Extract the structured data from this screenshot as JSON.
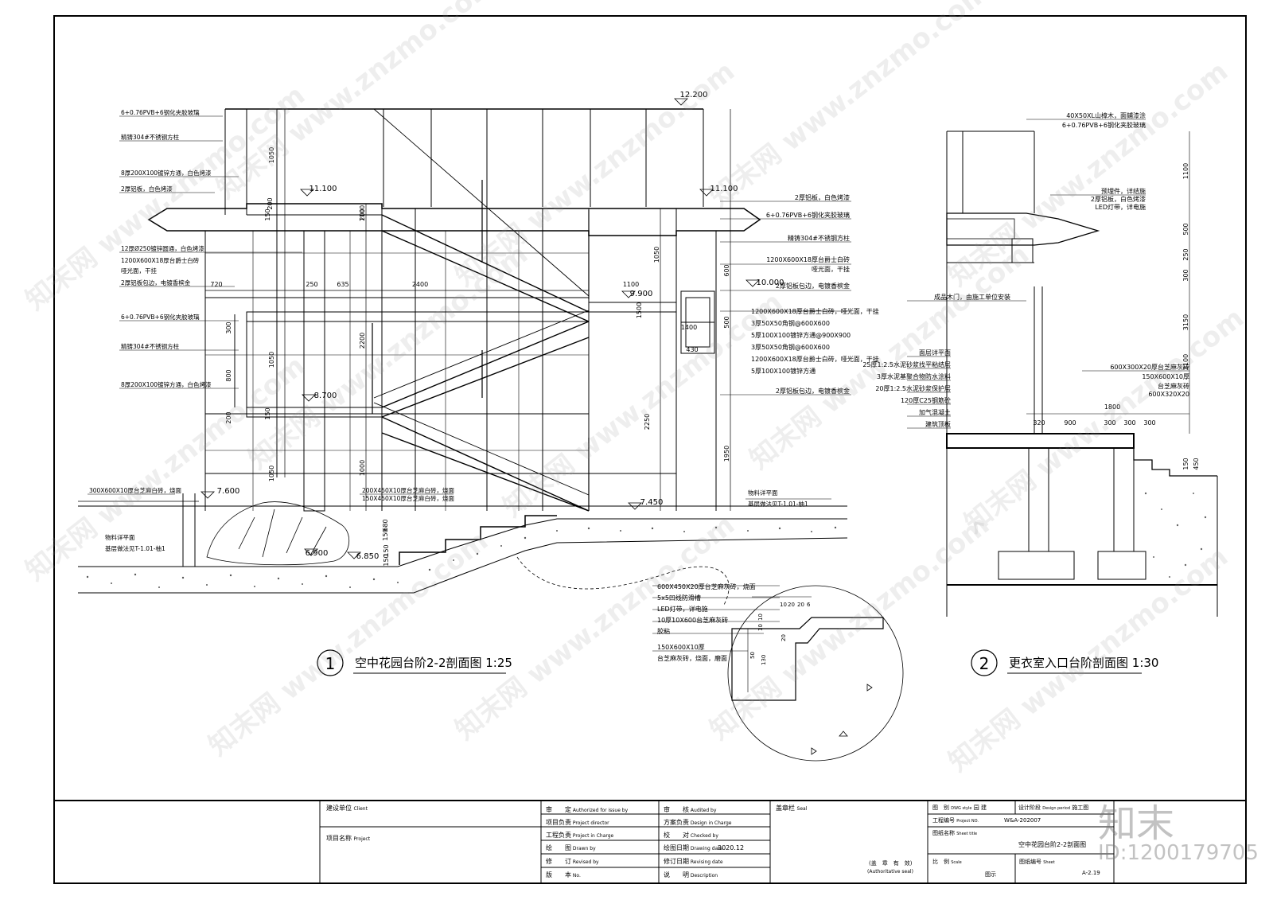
{
  "drawing": {
    "elevations": [
      "12.200",
      "11.100",
      "11.100",
      "10.000",
      "9.900",
      "8.700",
      "7.600",
      "7.450",
      "6.900",
      "6.850"
    ],
    "left_labels": [
      "6+0.76PVB+6钢化夹胶玻璃",
      "精铸304#不锈钢方柱",
      "8厚200X100镀锌方通，白色烤漆",
      "2厚铝板，白色烤漆",
      "12厚Ø250镀锌圆通，白色烤漆",
      "1200X600X18厚台爵士白砖",
      "哑光面，干挂",
      "2厚铝板包边，电镀香槟金",
      "6+0.76PVB+6钢化夹胶玻璃",
      "精铸304#不锈钢方柱",
      "8厚200X100镀锌方通，白色烤漆"
    ],
    "right_labels": [
      "2厚铝板，白色烤漆",
      "6+0.76PVB+6钢化夹胶玻璃",
      "精铸304#不锈钢方柱",
      "1200X600X18厚台爵士白砖",
      "哑光面，干挂",
      "2厚铝板包边，电镀香槟金",
      "1200X600X18厚台爵士白砖，哑光面，干挂",
      "3厚50X50角钢@600X600",
      "5厚100X100镀锌方通@900X900",
      "3厚50X50角钢@600X600",
      "1200X600X18厚台爵士白砖，哑光面，干挂",
      "5厚100X100镀锌方通",
      "2厚铝板包边，电镀香槟金"
    ],
    "ground_labels": [
      "300X600X10厚台芝麻白砖，烧面",
      "物料详平面",
      "基层做法见T-1.01-柚1",
      "200X450X10厚台芝麻白砖，烧面",
      "150X450X10厚台芝麻白砖，烧面",
      "物料详平面",
      "基层做法见T-1.01-柚1"
    ],
    "detail_labels": [
      "600X450X20厚台芝麻灰砖，烧面",
      "5x5凹线防滑槽",
      "LED灯带，详电施",
      "10厚10X600台芝麻灰砖",
      "胶粘",
      "150X600X10厚",
      "台芝麻灰砖，烧面，磨面"
    ],
    "detail_dims": [
      "10",
      "20",
      "20",
      "6",
      "10",
      "10",
      "20",
      "50",
      "130"
    ],
    "dims_main": [
      "1050",
      "1100",
      "150",
      "200",
      "720",
      "250",
      "635",
      "2400",
      "1100",
      "300",
      "2200",
      "1050",
      "800",
      "150",
      "200",
      "1050",
      "1000",
      "150",
      "680",
      "150",
      "150",
      "2250",
      "1950",
      "1050",
      "600",
      "500",
      "1400",
      "1500",
      "430",
      "200"
    ],
    "section2_labels": [
      "40X50XL山樟木，面鋪漆涂",
      "6+0.76PVB+6钢化夹胶玻璃",
      "预埋件，详结施",
      "2厚铝板，白色烤漆",
      "LED灯带，详电施",
      "成品木门，由施工单位安装",
      "面层详平面",
      "25厚1:2.5水泥砂浆找平粘结层",
      "3厚水泥基聚合物防水涂料",
      "20厚1:2.5水泥砂浆保护层",
      "120厚C25钢筋砼",
      "加气混凝土",
      "建筑顶板",
      "600X300X20厚台芝麻灰砖",
      "150X600X10厚",
      "台芝麻灰砖",
      "600X320X20"
    ],
    "section2_dims": [
      "1100",
      "500",
      "250",
      "300",
      "3150",
      "2100",
      "1800",
      "320",
      "900",
      "300",
      "300",
      "300",
      "150",
      "450"
    ],
    "title1": {
      "number": "1",
      "text": "空中花园台阶2-2剖面图 1:25"
    },
    "title2": {
      "number": "2",
      "text": "更衣室入口台阶剖面图 1:30"
    }
  },
  "title_block": {
    "client": "建设单位",
    "client_en": "Client",
    "project": "项目名称",
    "project_en": "Project",
    "col1": [
      {
        "cn": "审　　定",
        "en": "Authorized for issue by"
      },
      {
        "cn": "项目负责",
        "en": "Project director"
      },
      {
        "cn": "工程负责",
        "en": "Project in Charge"
      },
      {
        "cn": "绘　　图",
        "en": "Drawn by"
      },
      {
        "cn": "修　　订",
        "en": "Revised by"
      },
      {
        "cn": "版　　本",
        "en": "No."
      }
    ],
    "col2": [
      {
        "cn": "审　　核",
        "en": "Audited by"
      },
      {
        "cn": "方案负责",
        "en": "Design in Charge"
      },
      {
        "cn": "校　　对",
        "en": "Checked by"
      },
      {
        "cn": "绘图日期",
        "en": "Drawing date"
      },
      {
        "cn": "修订日期",
        "en": "Revising date"
      },
      {
        "cn": "说　　明",
        "en": "Description"
      }
    ],
    "drawing_date": "2020.12",
    "seal": "盖章栏",
    "seal_en": "Seal",
    "seal_valid": "(盖　章　有　效)",
    "seal_valid_en": "(Authoritative seal)",
    "dwg_style_label": "图　别",
    "dwg_style_en": "DWG style",
    "dwg_style": "园 建",
    "period_label": "设计阶段",
    "period_en": "Design period",
    "period": "施工图",
    "project_no_label": "工程编号",
    "project_no_en": "Project NO.",
    "project_no": "W&A-202007",
    "sheet_title_label": "图纸名称",
    "sheet_title_en": "Sheet title",
    "sheet_title": "空中花园台阶2-2剖面图",
    "scale_label": "比　例",
    "scale_en": "Scale",
    "scale": "图示",
    "sheet_no_label": "图纸编号",
    "sheet_no_en": "Sheet",
    "sheet_no": "A-2.19"
  },
  "watermark": {
    "text": "www.znzmo.com",
    "brand": "知末网",
    "logo": "知末",
    "id": "ID:1200179705"
  }
}
